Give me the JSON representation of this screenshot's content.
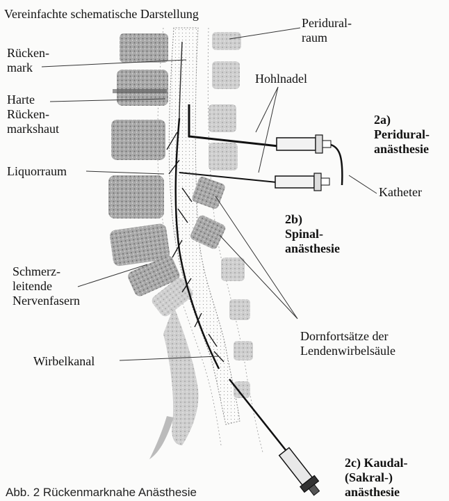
{
  "title": "Vereinfachte schematische Darstellung",
  "labels": {
    "peridural_raum": "Peridural-\nraum",
    "rueckenmark": "Rücken-\nmark",
    "hohlnadel": "Hohlnadel",
    "harte_rueckenmarkshaut": "Harte\nRücken-\nmarkshaut",
    "liquorraum": "Liquorraum",
    "katheter": "Katheter",
    "schmerzleitende": "Schmerz-\nleitende\nNervenfasern",
    "dornfortsaetze": "Dornfortsätze der\nLendenwirbelsäule",
    "wirbelkanal": "Wirbelkanal"
  },
  "procedures": {
    "a": "2a)\nPeridural-\nanästhesie",
    "b": "2b)\nSpinal-\nanästhesie",
    "c": "2c) Kaudal-\n(Sakral-)\nanästhesie"
  },
  "caption": "Abb. 2 Rückenmarknahe Anästhesie"
}
